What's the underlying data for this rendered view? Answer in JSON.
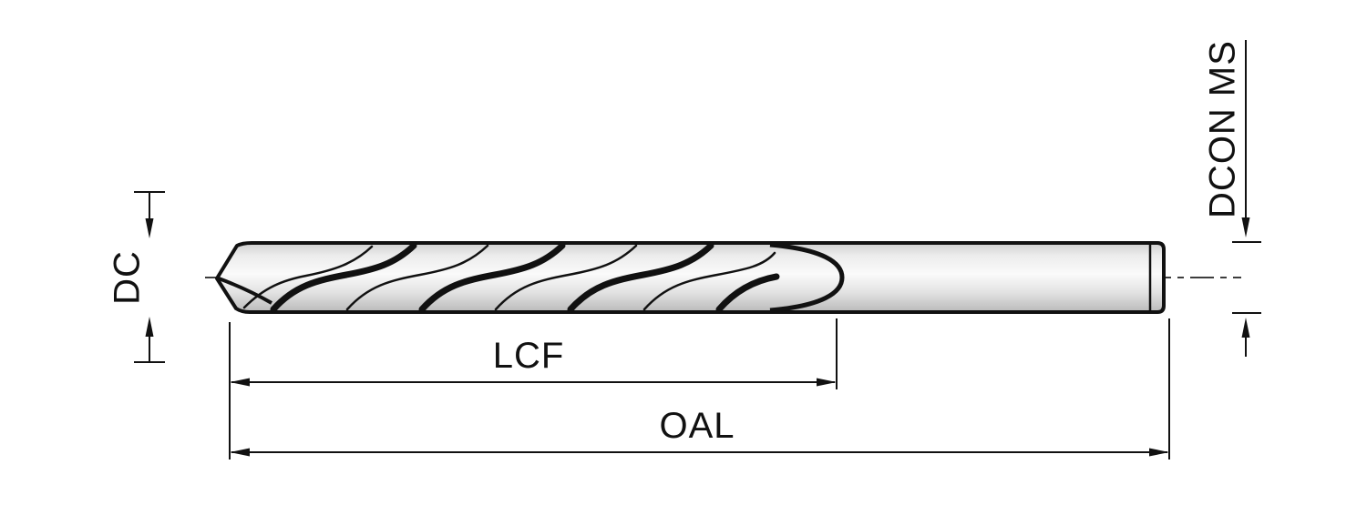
{
  "diagram": {
    "type": "technical-drawing",
    "subject": "twist-drill-dimension-diagram",
    "labels": {
      "dc": "DC",
      "lcf": "LCF",
      "oal": "OAL",
      "dcon_ms": "DCON MS"
    },
    "colors": {
      "background": "#ffffff",
      "line": "#111111",
      "body_light": "#fafafa",
      "body_dark": "#bdbdbd"
    }
  }
}
